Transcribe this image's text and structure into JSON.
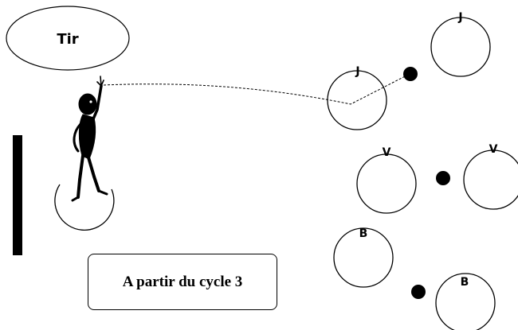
{
  "title": {
    "label": "Tir"
  },
  "level_note": {
    "label": "A partir du cycle 3"
  },
  "players": [
    {
      "id": "j1",
      "letter": "J"
    },
    {
      "id": "j2",
      "letter": "J"
    },
    {
      "id": "v1",
      "letter": "V"
    },
    {
      "id": "v2",
      "letter": "V"
    },
    {
      "id": "b1",
      "letter": "B"
    },
    {
      "id": "b2",
      "letter": "B"
    }
  ],
  "balls": [
    {
      "id": "ball-j"
    },
    {
      "id": "ball-v"
    },
    {
      "id": "ball-b"
    }
  ],
  "colors": {
    "stroke": "#000000",
    "background": "#ffffff"
  },
  "icons": {
    "shooter": "stick-figure-shooter-icon",
    "line": "vertical-bar-line"
  }
}
